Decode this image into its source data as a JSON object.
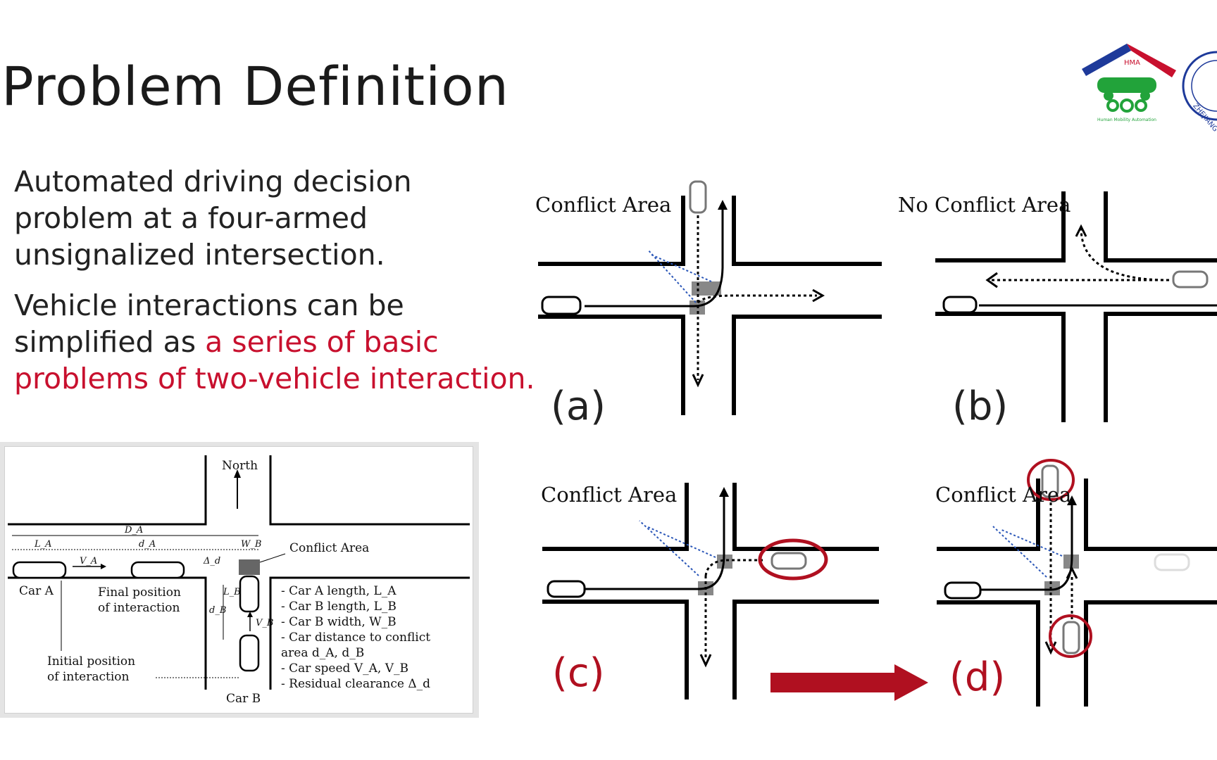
{
  "slide": {
    "title": "Problem Definition",
    "paragraph1": [
      "Automated driving decision",
      "problem at a four-armed",
      "unsignalized intersection."
    ],
    "paragraph2": {
      "line1": "Vehicle interactions can be",
      "line2_prefix": "simplified as ",
      "line2_highlight": "a series of basic",
      "line3_highlight": "problems of two-vehicle interaction."
    },
    "colors": {
      "highlight": "#c8102e",
      "logo_blue": "#1e3a9a",
      "logo_red": "#c8102e",
      "logo_green": "#22a33a"
    }
  },
  "logo": {
    "text": "HMA",
    "subtitle": "Human Mobility Automation",
    "seal_text": "ZHEJIANG"
  },
  "panels": [
    {
      "id": "a",
      "label": "Conflict Area",
      "letter": "(a)"
    },
    {
      "id": "b",
      "label": "No Conflict Area",
      "letter": "(b)"
    },
    {
      "id": "c",
      "label": "Conflict Area",
      "letter": "(c)"
    },
    {
      "id": "d",
      "label": "Conflict Area",
      "letter": "(d)"
    }
  ],
  "figure": {
    "north": "North",
    "conflict_area": "Conflict Area",
    "car_a": "Car A",
    "car_b": "Car B",
    "final_position": [
      "Final position",
      "of interaction"
    ],
    "initial_position": [
      "Initial position",
      "of interaction"
    ],
    "symbols": {
      "DA": "D_A",
      "LA": "L_A",
      "dA": "d_A",
      "VA": "V_A",
      "WB": "W_B",
      "delta": "Δ_d",
      "LB": "L_B",
      "dB": "d_B",
      "VB": "V_B"
    },
    "legend": [
      "- Car A length, L_A",
      "- Car B length, L_B",
      "- Car B width, W_B",
      "- Car distance to conflict",
      "area d_A, d_B",
      "- Car speed V_A, V_B",
      "- Residual clearance Δ_d"
    ]
  }
}
